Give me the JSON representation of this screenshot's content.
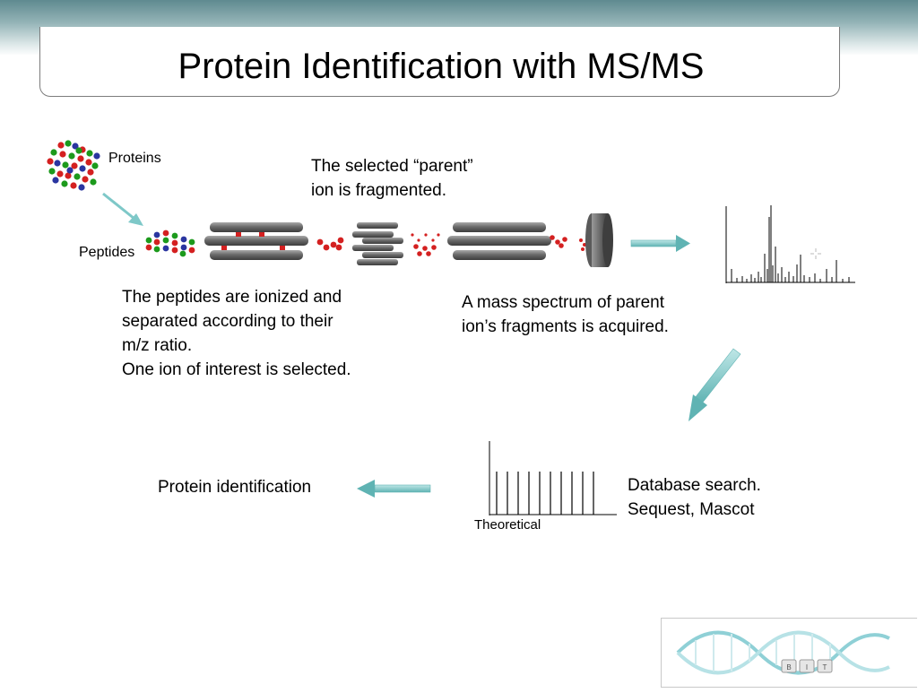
{
  "slide": {
    "title": "Protein Identification with MS/MS",
    "labels": {
      "proteins": "Proteins",
      "peptides": "Peptides",
      "theoretical": "Theoretical"
    },
    "captions": {
      "selected_line1": "The selected “parent”",
      "selected_line2": "ion is fragmented.",
      "ionized_line1": "The peptides are ionized and",
      "ionized_line2": "separated according to their",
      "ionized_line3": "m/z ratio.",
      "ionized_line4": "One ion of interest is selected.",
      "spectrum_line1": "A mass spectrum of parent",
      "spectrum_line2": "ion’s fragments is acquired.",
      "database_line1": "Database search.",
      "database_line2": "Sequest, Mascot",
      "protein_id": "Protein identification"
    },
    "logo_letters": [
      "B",
      "I",
      "T"
    ],
    "colors": {
      "arrow_teal": "#7ec8c8",
      "molecule_red": "#d42020",
      "molecule_green": "#1c9a1c",
      "molecule_blue": "#2a35a0",
      "rod_gray": "#6b6b6b",
      "header_teal": "#5f8a90"
    }
  }
}
